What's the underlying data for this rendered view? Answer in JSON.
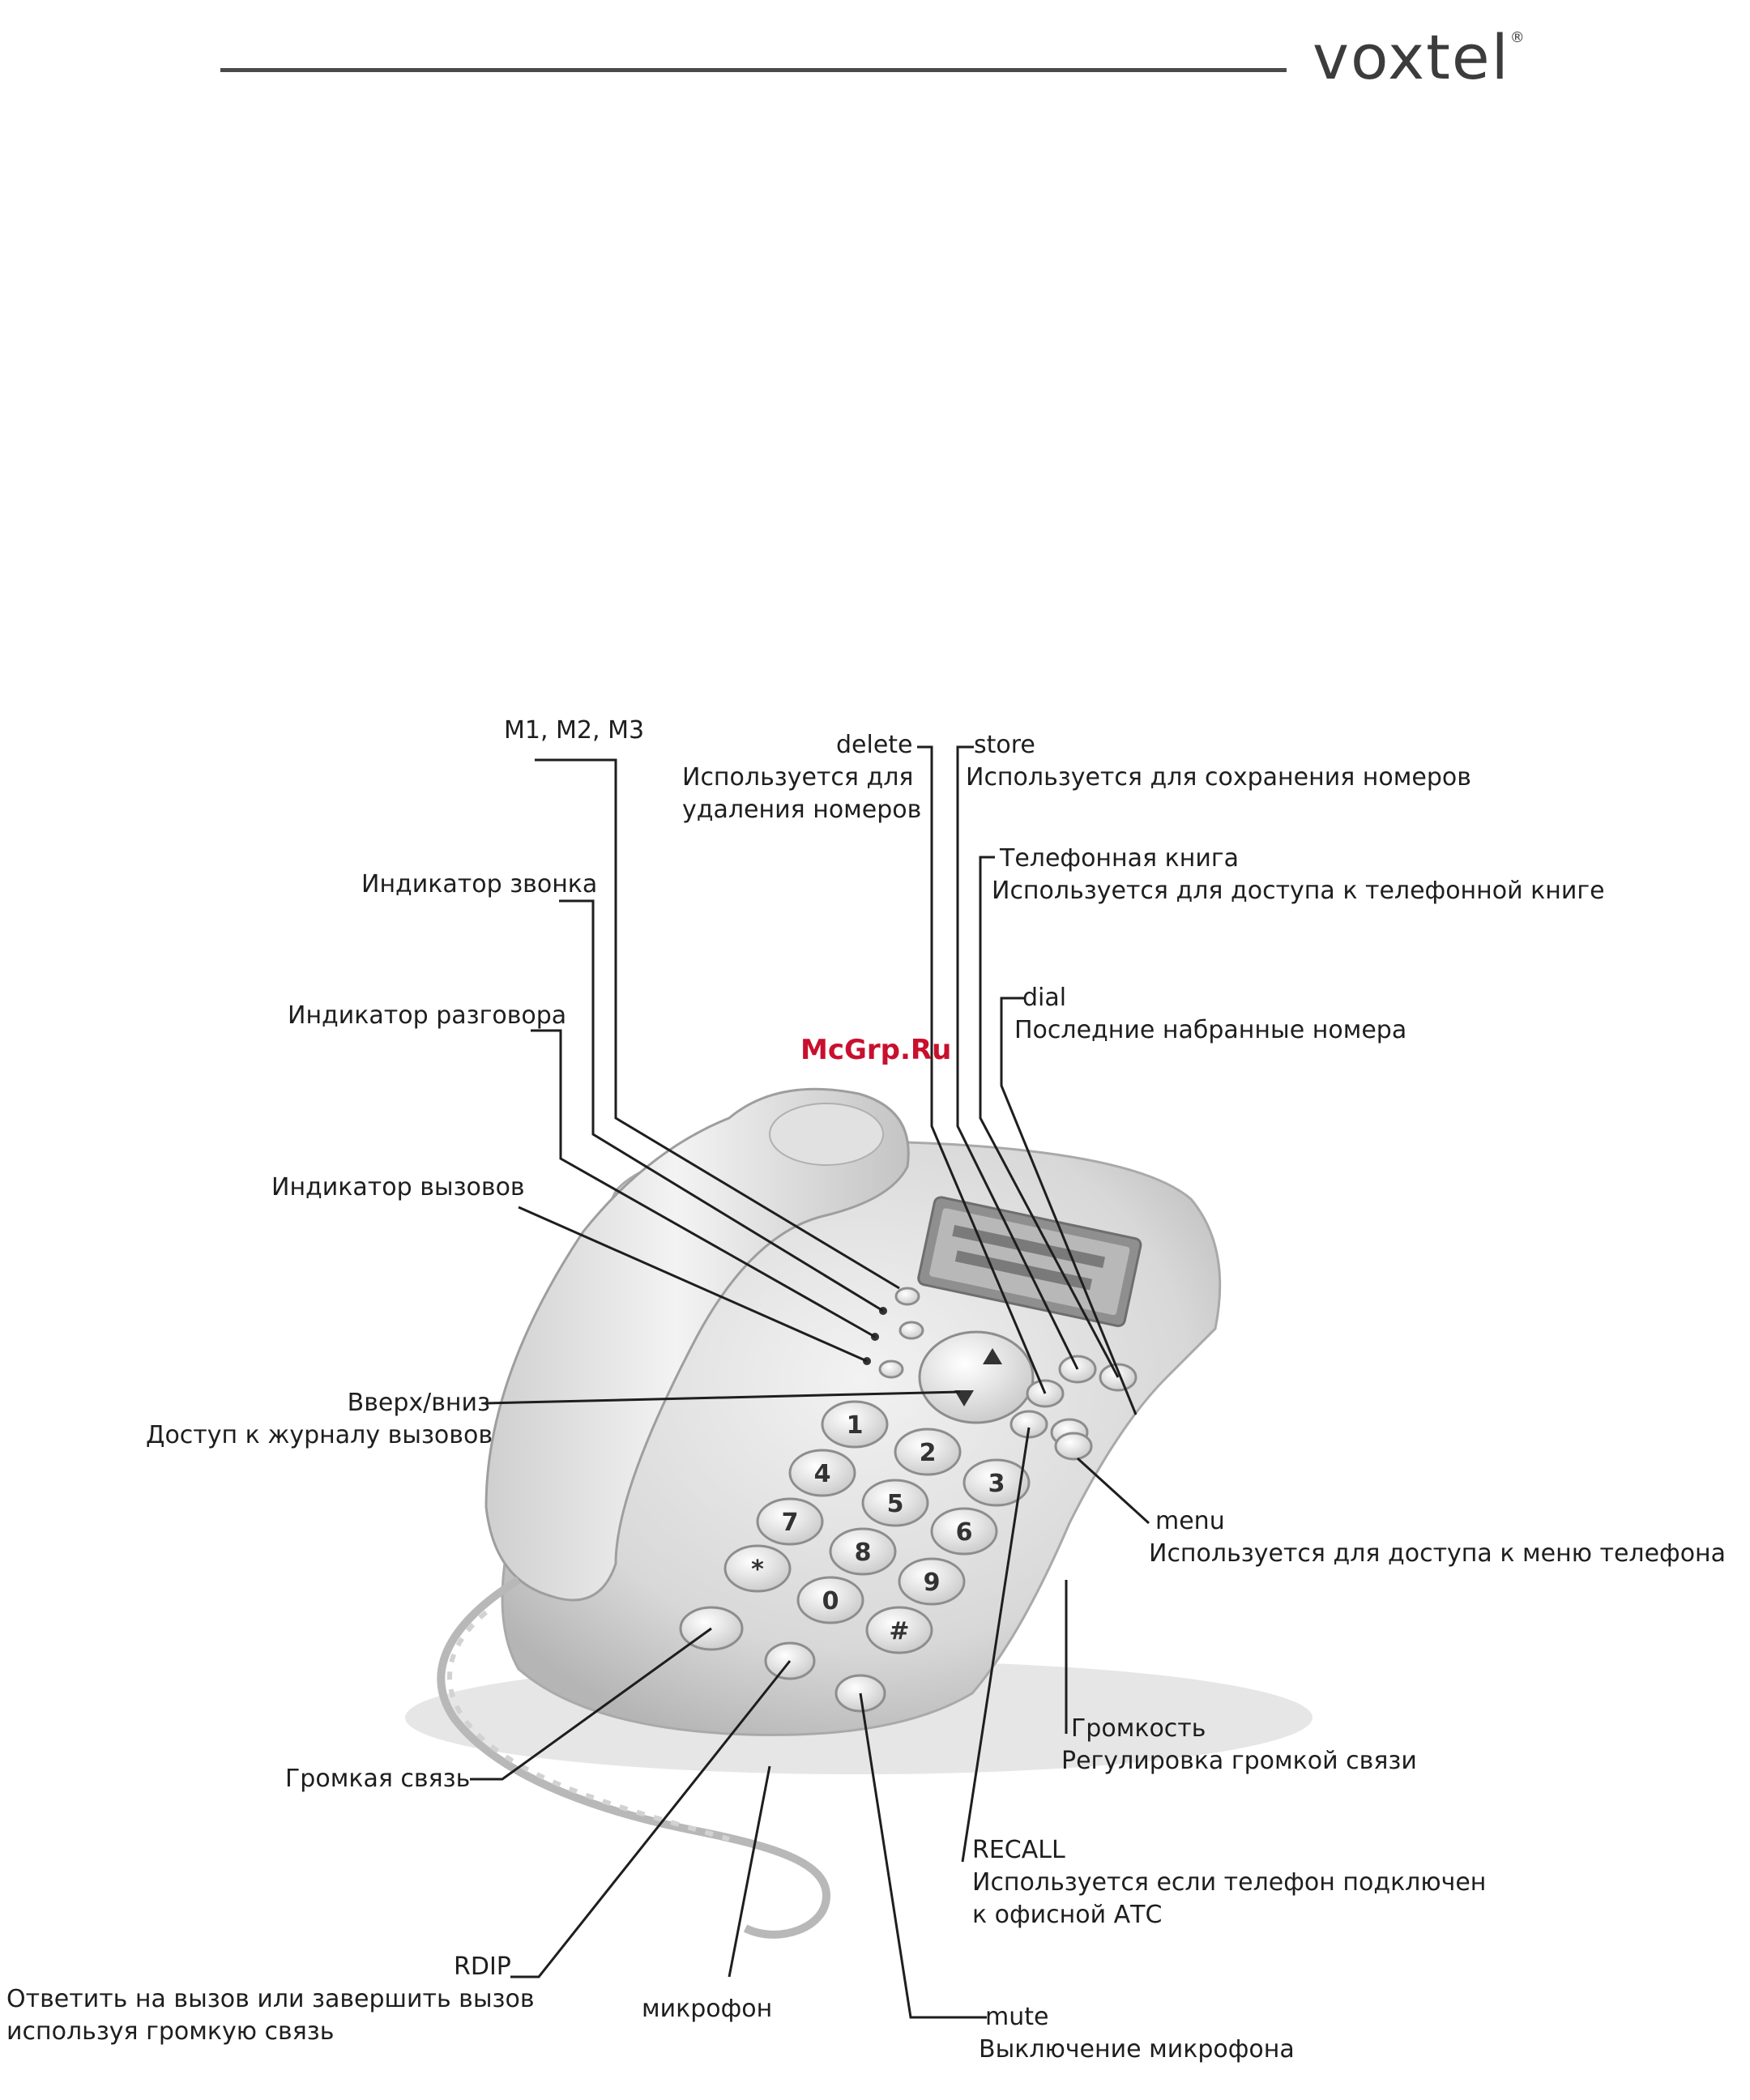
{
  "brand": {
    "name": "vox",
    "name_tail": "tel",
    "mark": "®"
  },
  "watermark": "McGrp.Ru",
  "callouts": {
    "m_keys": {
      "title": "M1, M2, M3"
    },
    "ring_indicator": {
      "title": "Индикатор звонка"
    },
    "talk_indicator": {
      "title": "Индикатор разговора"
    },
    "calls_indicator": {
      "title": "Индикатор вызовов"
    },
    "up_down": {
      "title": "Вверх/вниз",
      "desc": "Доступ к журналу вызовов"
    },
    "delete": {
      "title": "delete",
      "desc_1": "Используется для",
      "desc_2": "удаления номеров"
    },
    "store": {
      "title": "store",
      "desc": "Используется для сохранения номеров"
    },
    "phonebook": {
      "title": "Телефонная книга",
      "desc": "Используется для доступа к телефонной книге"
    },
    "dial": {
      "title": "dial",
      "desc": "Последние набранные номера"
    },
    "menu": {
      "title": "menu",
      "desc": "Используется для доступа к меню телефона"
    },
    "volume": {
      "title": "Громкость",
      "desc": "Регулировка громкой связи"
    },
    "recall": {
      "title": "RECALL",
      "desc_1": "Используется если телефон подключен",
      "desc_2": "к офисной АТС"
    },
    "speaker": {
      "title": "Громкая связь"
    },
    "rdip": {
      "title": "RDIP",
      "desc_1": "Ответить на вызов или завершить вызов",
      "desc_2": "используя громкую связь"
    },
    "microphone": {
      "title": "микрофон"
    },
    "mute": {
      "title": "mute",
      "desc": "Выключение микрофона"
    }
  },
  "keypad": [
    "1",
    "2",
    "3",
    "4",
    "5",
    "6",
    "7",
    "8",
    "9",
    "*",
    "0",
    "#"
  ],
  "colors": {
    "watermark": "#c8102e",
    "rule": "#4a4a4a",
    "phone_body": "#d9d9d9"
  }
}
